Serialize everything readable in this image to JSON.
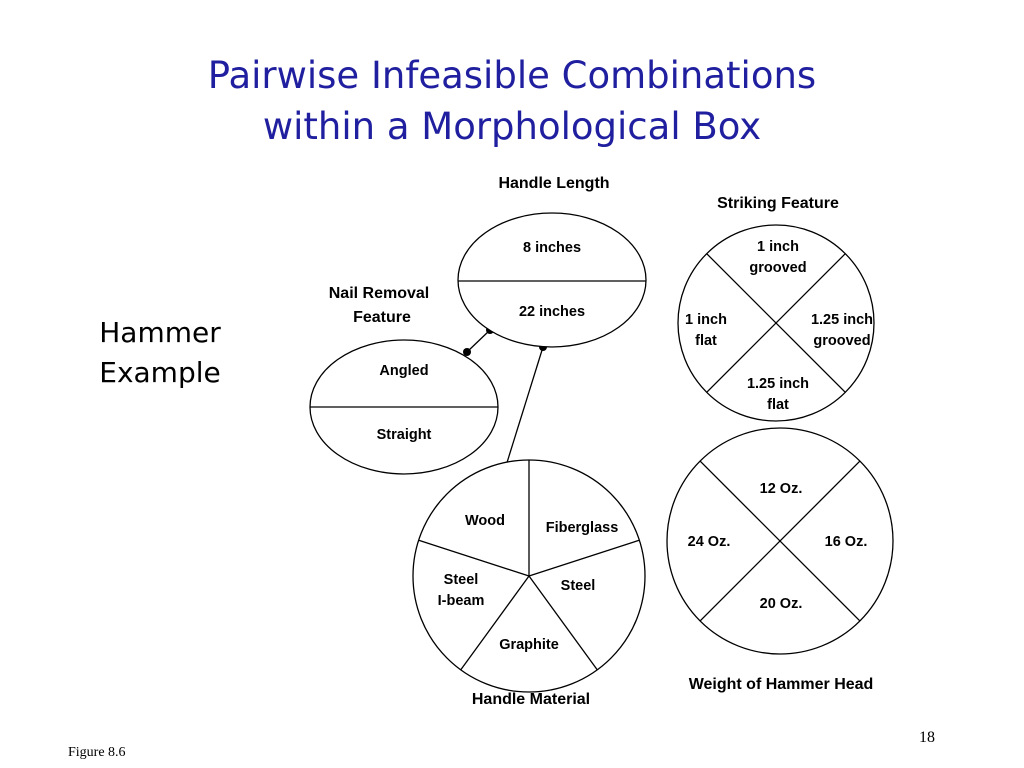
{
  "title": {
    "line1": "Pairwise Infeasible Combinations",
    "line2": "within a Morphological Box"
  },
  "example": {
    "line1": "Hammer",
    "line2": "Example"
  },
  "handle_length": {
    "label": "Handle Length",
    "options": [
      "8 inches",
      "22 inches"
    ]
  },
  "nail_removal": {
    "label_line1": "Nail Removal",
    "label_line2": "Feature",
    "options": [
      "Angled",
      "Straight"
    ]
  },
  "striking_feature": {
    "label": "Striking Feature",
    "options": {
      "top": [
        "1 inch",
        "grooved"
      ],
      "left": [
        "1 inch",
        "flat"
      ],
      "right": [
        "1.25 inch",
        "grooved"
      ],
      "bottom": [
        "1.25 inch",
        "flat"
      ]
    }
  },
  "handle_material": {
    "label": "Handle Material",
    "options": {
      "wood": "Wood",
      "fiberglass": "Fiberglass",
      "steel_ibeam": [
        "Steel",
        "I-beam"
      ],
      "steel": "Steel",
      "graphite": "Graphite"
    }
  },
  "weight": {
    "label": "Weight of Hammer Head",
    "options": {
      "top": "12 Oz.",
      "left": "24 Oz.",
      "right": "16 Oz.",
      "bottom": "20 Oz."
    }
  },
  "footer": {
    "figure": "Figure 8.6",
    "page": "18"
  }
}
